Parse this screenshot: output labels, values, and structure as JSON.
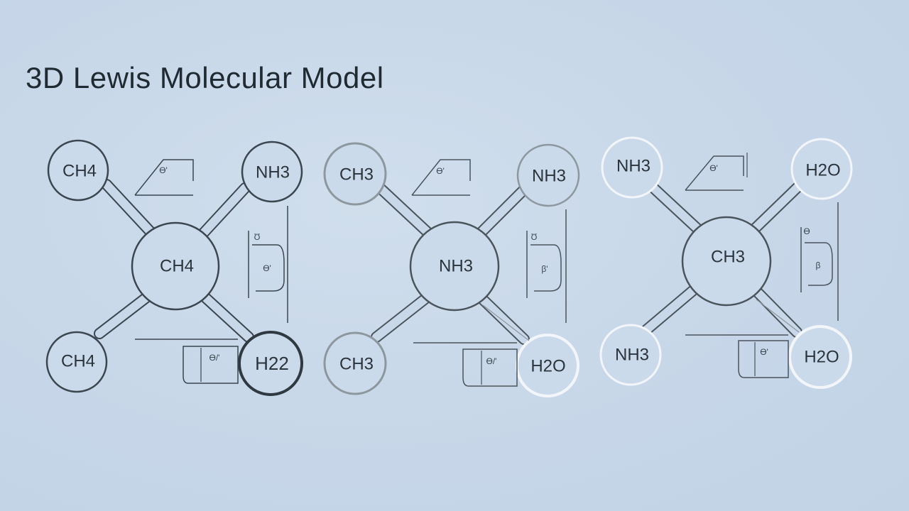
{
  "title": "3D Lewis Molecular Model",
  "molecules": [
    {
      "center": "CH4",
      "top_left": "CH4",
      "top_right": "NH3",
      "bottom_left": "CH4",
      "bottom_right": "H22",
      "annotations": [
        "Ɵ'",
        "Ʊ",
        "Ɵ'",
        "Ɵ/'"
      ]
    },
    {
      "center": "NH3",
      "top_left": "CH3",
      "top_right": "NH3",
      "bottom_left": "CH3",
      "bottom_right": "H2O",
      "annotations": [
        "Ɵ'",
        "Ʊ",
        "β'",
        "Ɵ/'"
      ]
    },
    {
      "center": "CH3",
      "top_left": "NH3",
      "top_right": "H2O",
      "bottom_left": "NH3",
      "bottom_right": "H2O",
      "annotations": [
        "Ɵ'",
        "Ɵ",
        "β",
        "Ɵ'"
      ]
    }
  ]
}
